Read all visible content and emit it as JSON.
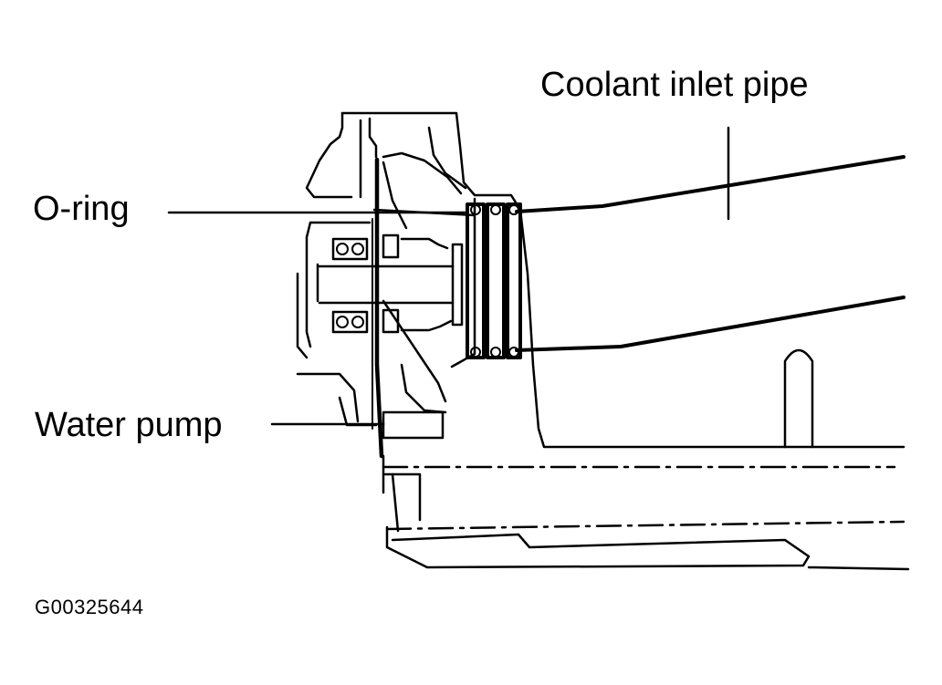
{
  "labels": {
    "coolant_inlet_pipe": "Coolant inlet pipe",
    "o_ring": "O-ring",
    "water_pump": "Water pump"
  },
  "figure_id": "G00325644",
  "colors": {
    "line": "#000000",
    "background": "#ffffff"
  }
}
